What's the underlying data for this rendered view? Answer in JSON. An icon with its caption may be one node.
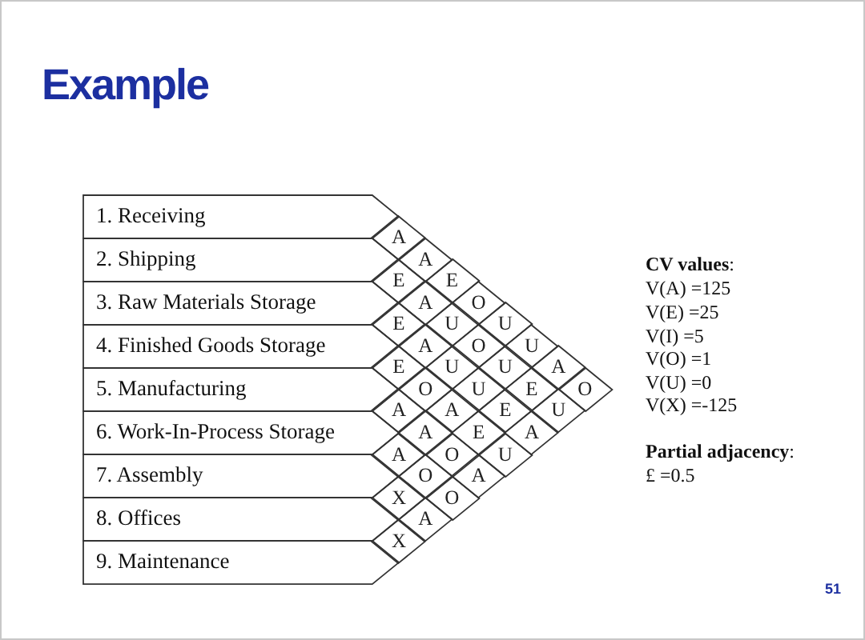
{
  "diagram": {
    "title": "Example",
    "nodes": [
      {
        "text": [
          "1.  Receiving"
        ]
      },
      {
        "text": [
          "2.  Shipping"
        ]
      },
      {
        "text": [
          "3.  Raw Materials Storage"
        ]
      },
      {
        "text": [
          "4.  Finished Goods Storage"
        ]
      },
      {
        "text": [
          "5.  Manufacturing"
        ]
      },
      {
        "text": [
          "6.  Work-In-Process Storage"
        ]
      },
      {
        "text": [
          "7.  Assembly"
        ]
      },
      {
        "text": [
          "8.  Offices"
        ]
      },
      {
        "text": [
          "9.  Maintenance"
        ]
      },
      {
        "text": [
          "A"
        ]
      },
      {
        "text": [
          "A"
        ]
      },
      {
        "text": [
          "E"
        ]
      },
      {
        "text": [
          "E"
        ]
      },
      {
        "text": [
          "A"
        ]
      },
      {
        "text": [
          "O"
        ]
      },
      {
        "text": [
          "E"
        ]
      },
      {
        "text": [
          "U"
        ]
      },
      {
        "text": [
          "U"
        ]
      },
      {
        "text": [
          "A"
        ]
      },
      {
        "text": [
          "O"
        ]
      },
      {
        "text": [
          "U"
        ]
      },
      {
        "text": [
          "E"
        ]
      },
      {
        "text": [
          "U"
        ]
      },
      {
        "text": [
          "U"
        ]
      },
      {
        "text": [
          "A"
        ]
      },
      {
        "text": [
          "O"
        ]
      },
      {
        "text": [
          "U"
        ]
      },
      {
        "text": [
          "E"
        ]
      },
      {
        "text": [
          "O"
        ]
      },
      {
        "text": [
          "A"
        ]
      },
      {
        "text": [
          "A"
        ]
      },
      {
        "text": [
          "E"
        ]
      },
      {
        "text": [
          "U"
        ]
      },
      {
        "text": [
          "A"
        ]
      },
      {
        "text": [
          "E"
        ]
      },
      {
        "text": [
          "A"
        ]
      },
      {
        "text": [
          "A"
        ]
      },
      {
        "text": [
          "O"
        ]
      },
      {
        "text": [
          "U"
        ]
      },
      {
        "text": [
          "O"
        ]
      },
      {
        "text": [
          "A"
        ]
      },
      {
        "text": [
          "X"
        ]
      },
      {
        "text": [
          "O"
        ]
      },
      {
        "text": [
          "A"
        ]
      },
      {
        "text": [
          "X"
        ]
      }
    ],
    "labels": [
      "**CV values**:",
      "V(A) =125",
      "V(E) =25",
      "V(I) =5",
      "V(O) =1",
      "V(U) =0",
      "V(X) =-125",
      "**Partial adjacency**:",
      "£ =0.5",
      "51"
    ]
  }
}
